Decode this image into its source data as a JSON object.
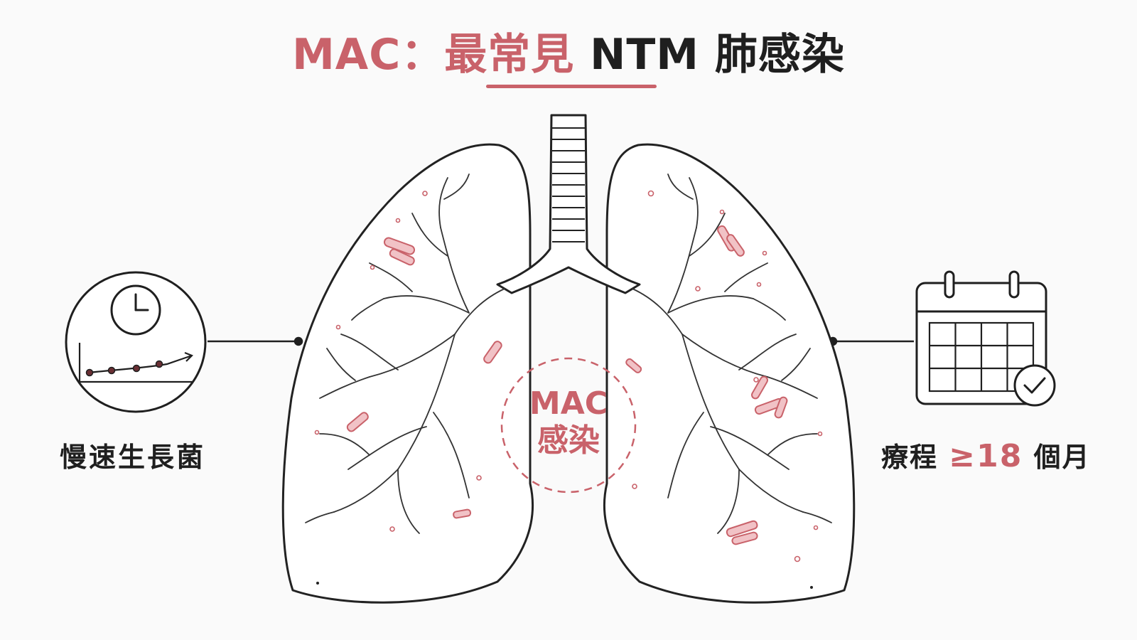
{
  "title": {
    "part1": "MAC：最常見",
    "part2": "NTM 肺感染"
  },
  "center": {
    "line1": "MAC",
    "line2": "感染"
  },
  "left": {
    "label": "慢速生長菌"
  },
  "right": {
    "prefix": "療程 ",
    "highlight": "≥18",
    "suffix": " 個月"
  },
  "colors": {
    "accent": "#c9626a",
    "ink": "#1f1f1f"
  }
}
